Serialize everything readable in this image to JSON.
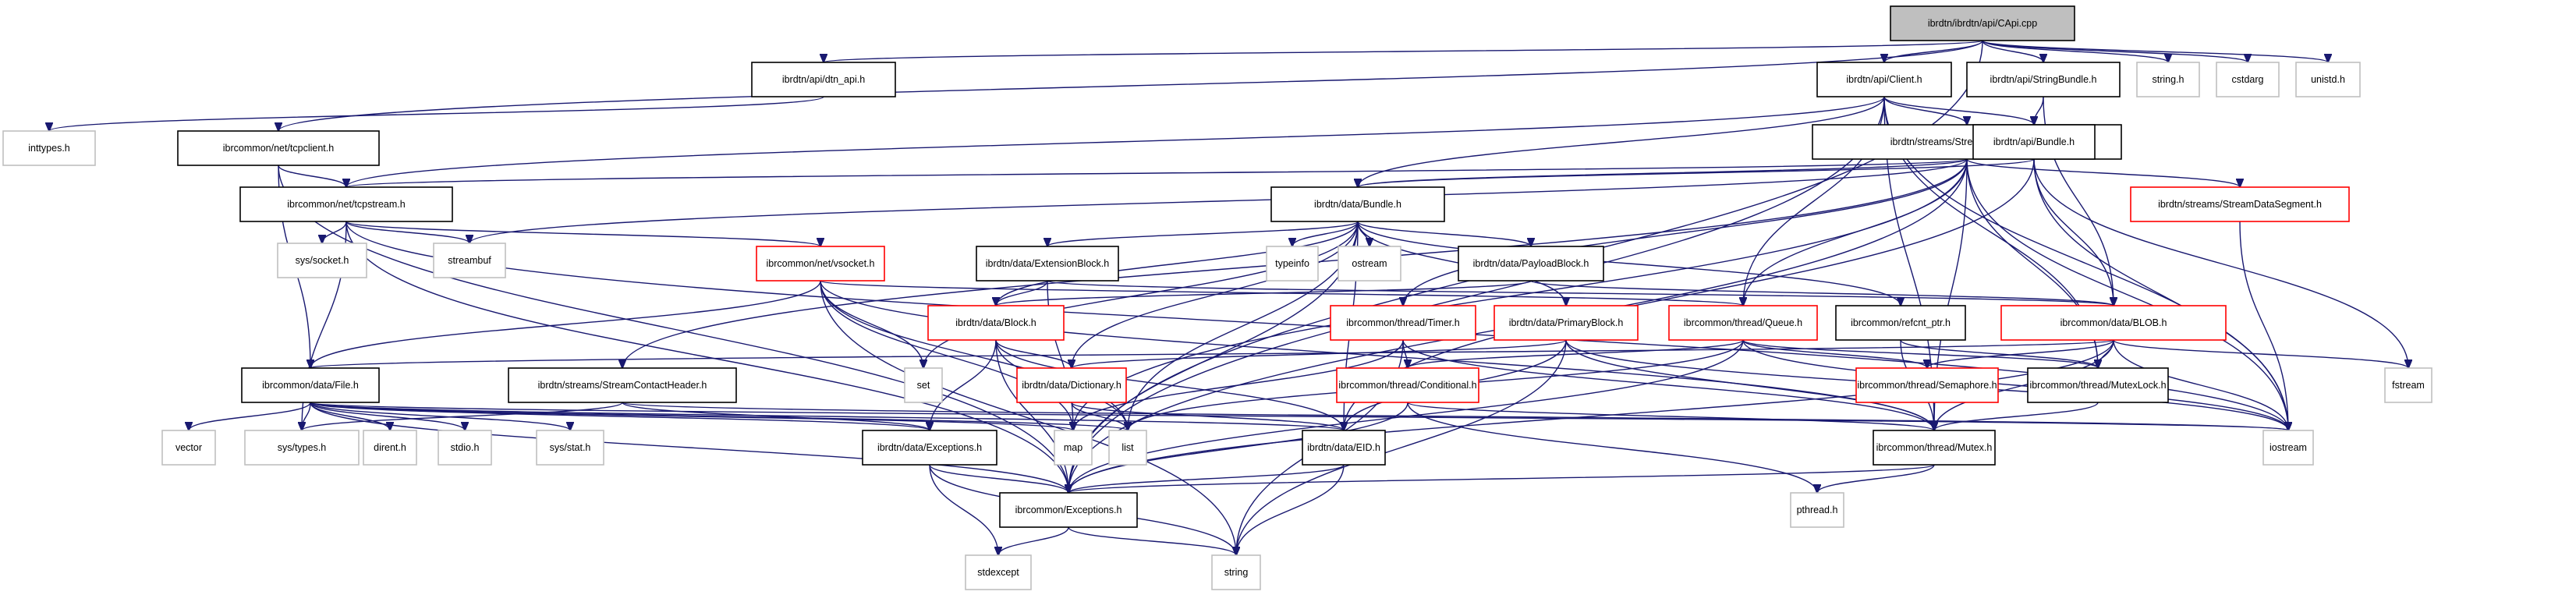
{
  "diagram": {
    "title": "ibrdtn/ibrdtn/api/CApi.cpp include dependency graph",
    "colors": {
      "edge": "#191970",
      "root_fill": "#bfbfbf",
      "truncated_border": "#ff0000",
      "normal_border": "#000000",
      "external_border": "#bfbfbf"
    },
    "nodes": [
      {
        "id": "capi",
        "label": "ibrdtn/ibrdtn/api/CApi.cpp",
        "kind": "root"
      },
      {
        "id": "dtn_api",
        "label": "ibrdtn/api/dtn_api.h",
        "kind": "normal"
      },
      {
        "id": "client",
        "label": "ibrdtn/api/Client.h",
        "kind": "normal"
      },
      {
        "id": "stringbundle",
        "label": "ibrdtn/api/StringBundle.h",
        "kind": "normal"
      },
      {
        "id": "string_h",
        "label": "string.h",
        "kind": "external"
      },
      {
        "id": "cstdarg",
        "label": "cstdarg",
        "kind": "external"
      },
      {
        "id": "unistd",
        "label": "unistd.h",
        "kind": "external"
      },
      {
        "id": "inttypes",
        "label": "inttypes.h",
        "kind": "external"
      },
      {
        "id": "tcpclient",
        "label": "ibrcommon/net/tcpclient.h",
        "kind": "normal"
      },
      {
        "id": "streamconn",
        "label": "ibrdtn/streams/StreamConnection.h",
        "kind": "normal"
      },
      {
        "id": "apibundle",
        "label": "ibrdtn/api/Bundle.h",
        "kind": "normal"
      },
      {
        "id": "tcpstream",
        "label": "ibrcommon/net/tcpstream.h",
        "kind": "normal"
      },
      {
        "id": "databundle",
        "label": "ibrdtn/data/Bundle.h",
        "kind": "normal"
      },
      {
        "id": "streamdataseg",
        "label": "ibrdtn/streams/StreamDataSegment.h",
        "kind": "truncated"
      },
      {
        "id": "syssocket",
        "label": "sys/socket.h",
        "kind": "external"
      },
      {
        "id": "streambuf",
        "label": "streambuf",
        "kind": "external"
      },
      {
        "id": "vsocket",
        "label": "ibrcommon/net/vsocket.h",
        "kind": "truncated"
      },
      {
        "id": "extblock",
        "label": "ibrdtn/data/ExtensionBlock.h",
        "kind": "normal"
      },
      {
        "id": "typeinfo",
        "label": "typeinfo",
        "kind": "external"
      },
      {
        "id": "ostream",
        "label": "ostream",
        "kind": "external"
      },
      {
        "id": "payloadblock",
        "label": "ibrdtn/data/PayloadBlock.h",
        "kind": "normal"
      },
      {
        "id": "block",
        "label": "ibrdtn/data/Block.h",
        "kind": "truncated"
      },
      {
        "id": "timer",
        "label": "ibrcommon/thread/Timer.h",
        "kind": "truncated"
      },
      {
        "id": "primaryblock",
        "label": "ibrdtn/data/PrimaryBlock.h",
        "kind": "truncated"
      },
      {
        "id": "queue",
        "label": "ibrcommon/thread/Queue.h",
        "kind": "truncated"
      },
      {
        "id": "refcnt",
        "label": "ibrcommon/refcnt_ptr.h",
        "kind": "normal"
      },
      {
        "id": "blob",
        "label": "ibrcommon/data/BLOB.h",
        "kind": "truncated"
      },
      {
        "id": "file",
        "label": "ibrcommon/data/File.h",
        "kind": "normal"
      },
      {
        "id": "sch",
        "label": "ibrdtn/streams/StreamContactHeader.h",
        "kind": "normal"
      },
      {
        "id": "set",
        "label": "set",
        "kind": "external"
      },
      {
        "id": "dictionary",
        "label": "ibrdtn/data/Dictionary.h",
        "kind": "truncated"
      },
      {
        "id": "conditional",
        "label": "ibrcommon/thread/Conditional.h",
        "kind": "truncated"
      },
      {
        "id": "semaphore",
        "label": "ibrcommon/thread/Semaphore.h",
        "kind": "truncated"
      },
      {
        "id": "mutexlock",
        "label": "ibrcommon/thread/MutexLock.h",
        "kind": "normal"
      },
      {
        "id": "fstream",
        "label": "fstream",
        "kind": "external"
      },
      {
        "id": "vector",
        "label": "vector",
        "kind": "external"
      },
      {
        "id": "systypes",
        "label": "sys/types.h",
        "kind": "external"
      },
      {
        "id": "dirent",
        "label": "dirent.h",
        "kind": "external"
      },
      {
        "id": "stdio",
        "label": "stdio.h",
        "kind": "external"
      },
      {
        "id": "sysstat",
        "label": "sys/stat.h",
        "kind": "external"
      },
      {
        "id": "dataexceptions",
        "label": "ibrdtn/data/Exceptions.h",
        "kind": "normal"
      },
      {
        "id": "map",
        "label": "map",
        "kind": "external"
      },
      {
        "id": "list",
        "label": "list",
        "kind": "external"
      },
      {
        "id": "eid",
        "label": "ibrdtn/data/EID.h",
        "kind": "normal"
      },
      {
        "id": "mutex",
        "label": "ibrcommon/thread/Mutex.h",
        "kind": "normal"
      },
      {
        "id": "iostream",
        "label": "iostream",
        "kind": "external"
      },
      {
        "id": "exceptions",
        "label": "ibrcommon/Exceptions.h",
        "kind": "normal"
      },
      {
        "id": "pthread",
        "label": "pthread.h",
        "kind": "external"
      },
      {
        "id": "stdexcept",
        "label": "stdexcept",
        "kind": "external"
      },
      {
        "id": "string",
        "label": "string",
        "kind": "external"
      }
    ],
    "edges": [
      [
        "capi",
        "dtn_api"
      ],
      [
        "capi",
        "client"
      ],
      [
        "capi",
        "stringbundle"
      ],
      [
        "capi",
        "string_h"
      ],
      [
        "capi",
        "cstdarg"
      ],
      [
        "capi",
        "unistd"
      ],
      [
        "capi",
        "tcpclient"
      ],
      [
        "capi",
        "exceptions"
      ],
      [
        "dtn_api",
        "inttypes"
      ],
      [
        "client",
        "streamconn"
      ],
      [
        "client",
        "apibundle"
      ],
      [
        "client",
        "tcpstream"
      ],
      [
        "client",
        "databundle"
      ],
      [
        "client",
        "exceptions"
      ],
      [
        "client",
        "queue"
      ],
      [
        "client",
        "mutexlock"
      ],
      [
        "client",
        "mutex"
      ],
      [
        "client",
        "iostream"
      ],
      [
        "stringbundle",
        "apibundle"
      ],
      [
        "stringbundle",
        "blob"
      ],
      [
        "tcpclient",
        "tcpstream"
      ],
      [
        "tcpclient",
        "file"
      ],
      [
        "tcpclient",
        "exceptions"
      ],
      [
        "streamconn",
        "tcpstream"
      ],
      [
        "streamconn",
        "databundle"
      ],
      [
        "streamconn",
        "streamdataseg"
      ],
      [
        "streamconn",
        "sch"
      ],
      [
        "streamconn",
        "exceptions"
      ],
      [
        "streamconn",
        "queue"
      ],
      [
        "streamconn",
        "timer"
      ],
      [
        "streamconn",
        "mutexlock"
      ],
      [
        "streamconn",
        "mutex"
      ],
      [
        "streamconn",
        "iostream"
      ],
      [
        "streamconn",
        "streambuf"
      ],
      [
        "streamconn",
        "map"
      ],
      [
        "apibundle",
        "databundle"
      ],
      [
        "apibundle",
        "blob"
      ],
      [
        "apibundle",
        "eid"
      ],
      [
        "apibundle",
        "fstream"
      ],
      [
        "apibundle",
        "iostream"
      ],
      [
        "tcpstream",
        "syssocket"
      ],
      [
        "tcpstream",
        "streambuf"
      ],
      [
        "tcpstream",
        "vsocket"
      ],
      [
        "tcpstream",
        "exceptions"
      ],
      [
        "tcpstream",
        "systypes"
      ],
      [
        "tcpstream",
        "iostream"
      ],
      [
        "databundle",
        "extblock"
      ],
      [
        "databundle",
        "payloadblock"
      ],
      [
        "databundle",
        "primaryblock"
      ],
      [
        "databundle",
        "block"
      ],
      [
        "databundle",
        "dictionary"
      ],
      [
        "databundle",
        "eid"
      ],
      [
        "databundle",
        "typeinfo"
      ],
      [
        "databundle",
        "ostream"
      ],
      [
        "databundle",
        "set"
      ],
      [
        "databundle",
        "list"
      ],
      [
        "databundle",
        "refcnt"
      ],
      [
        "databundle",
        "exceptions"
      ],
      [
        "streamdataseg",
        "iostream"
      ],
      [
        "vsocket",
        "file"
      ],
      [
        "vsocket",
        "set"
      ],
      [
        "vsocket",
        "map"
      ],
      [
        "vsocket",
        "list"
      ],
      [
        "vsocket",
        "string"
      ],
      [
        "vsocket",
        "mutex"
      ],
      [
        "vsocket",
        "queue"
      ],
      [
        "extblock",
        "block"
      ],
      [
        "extblock",
        "blob"
      ],
      [
        "extblock",
        "map"
      ],
      [
        "payloadblock",
        "block"
      ],
      [
        "payloadblock",
        "blob"
      ],
      [
        "block",
        "dictionary"
      ],
      [
        "block",
        "eid"
      ],
      [
        "block",
        "dataexceptions"
      ],
      [
        "block",
        "exceptions"
      ],
      [
        "block",
        "list"
      ],
      [
        "timer",
        "conditional"
      ],
      [
        "timer",
        "mutex"
      ],
      [
        "timer",
        "string"
      ],
      [
        "timer",
        "map"
      ],
      [
        "primaryblock",
        "dictionary"
      ],
      [
        "primaryblock",
        "eid"
      ],
      [
        "primaryblock",
        "mutex"
      ],
      [
        "primaryblock",
        "string"
      ],
      [
        "primaryblock",
        "iostream"
      ],
      [
        "queue",
        "conditional"
      ],
      [
        "queue",
        "semaphore"
      ],
      [
        "queue",
        "mutexlock"
      ],
      [
        "queue",
        "exceptions"
      ],
      [
        "queue",
        "iostream"
      ],
      [
        "queue",
        "list"
      ],
      [
        "refcnt",
        "mutexlock"
      ],
      [
        "refcnt",
        "mutex"
      ],
      [
        "blob",
        "semaphore"
      ],
      [
        "blob",
        "mutexlock"
      ],
      [
        "blob",
        "mutex"
      ],
      [
        "blob",
        "file"
      ],
      [
        "blob",
        "fstream"
      ],
      [
        "blob",
        "iostream"
      ],
      [
        "blob",
        "exceptions"
      ],
      [
        "file",
        "vector"
      ],
      [
        "file",
        "systypes"
      ],
      [
        "file",
        "dirent"
      ],
      [
        "file",
        "stdio"
      ],
      [
        "file",
        "sysstat"
      ],
      [
        "file",
        "dataexceptions"
      ],
      [
        "file",
        "map"
      ],
      [
        "file",
        "list"
      ],
      [
        "file",
        "exceptions"
      ],
      [
        "file",
        "iostream"
      ],
      [
        "file",
        "eid"
      ],
      [
        "sch",
        "dataexceptions"
      ],
      [
        "sch",
        "systypes"
      ],
      [
        "sch",
        "iostream"
      ],
      [
        "dictionary",
        "eid"
      ],
      [
        "dictionary",
        "list"
      ],
      [
        "conditional",
        "mutex"
      ],
      [
        "conditional",
        "pthread"
      ],
      [
        "conditional",
        "exceptions"
      ],
      [
        "mutexlock",
        "mutex"
      ],
      [
        "mutex",
        "exceptions"
      ],
      [
        "mutex",
        "pthread"
      ],
      [
        "dataexceptions",
        "exceptions"
      ],
      [
        "dataexceptions",
        "stdexcept"
      ],
      [
        "dataexceptions",
        "string"
      ],
      [
        "eid",
        "exceptions"
      ],
      [
        "eid",
        "string"
      ],
      [
        "exceptions",
        "stdexcept"
      ],
      [
        "exceptions",
        "string"
      ]
    ]
  }
}
